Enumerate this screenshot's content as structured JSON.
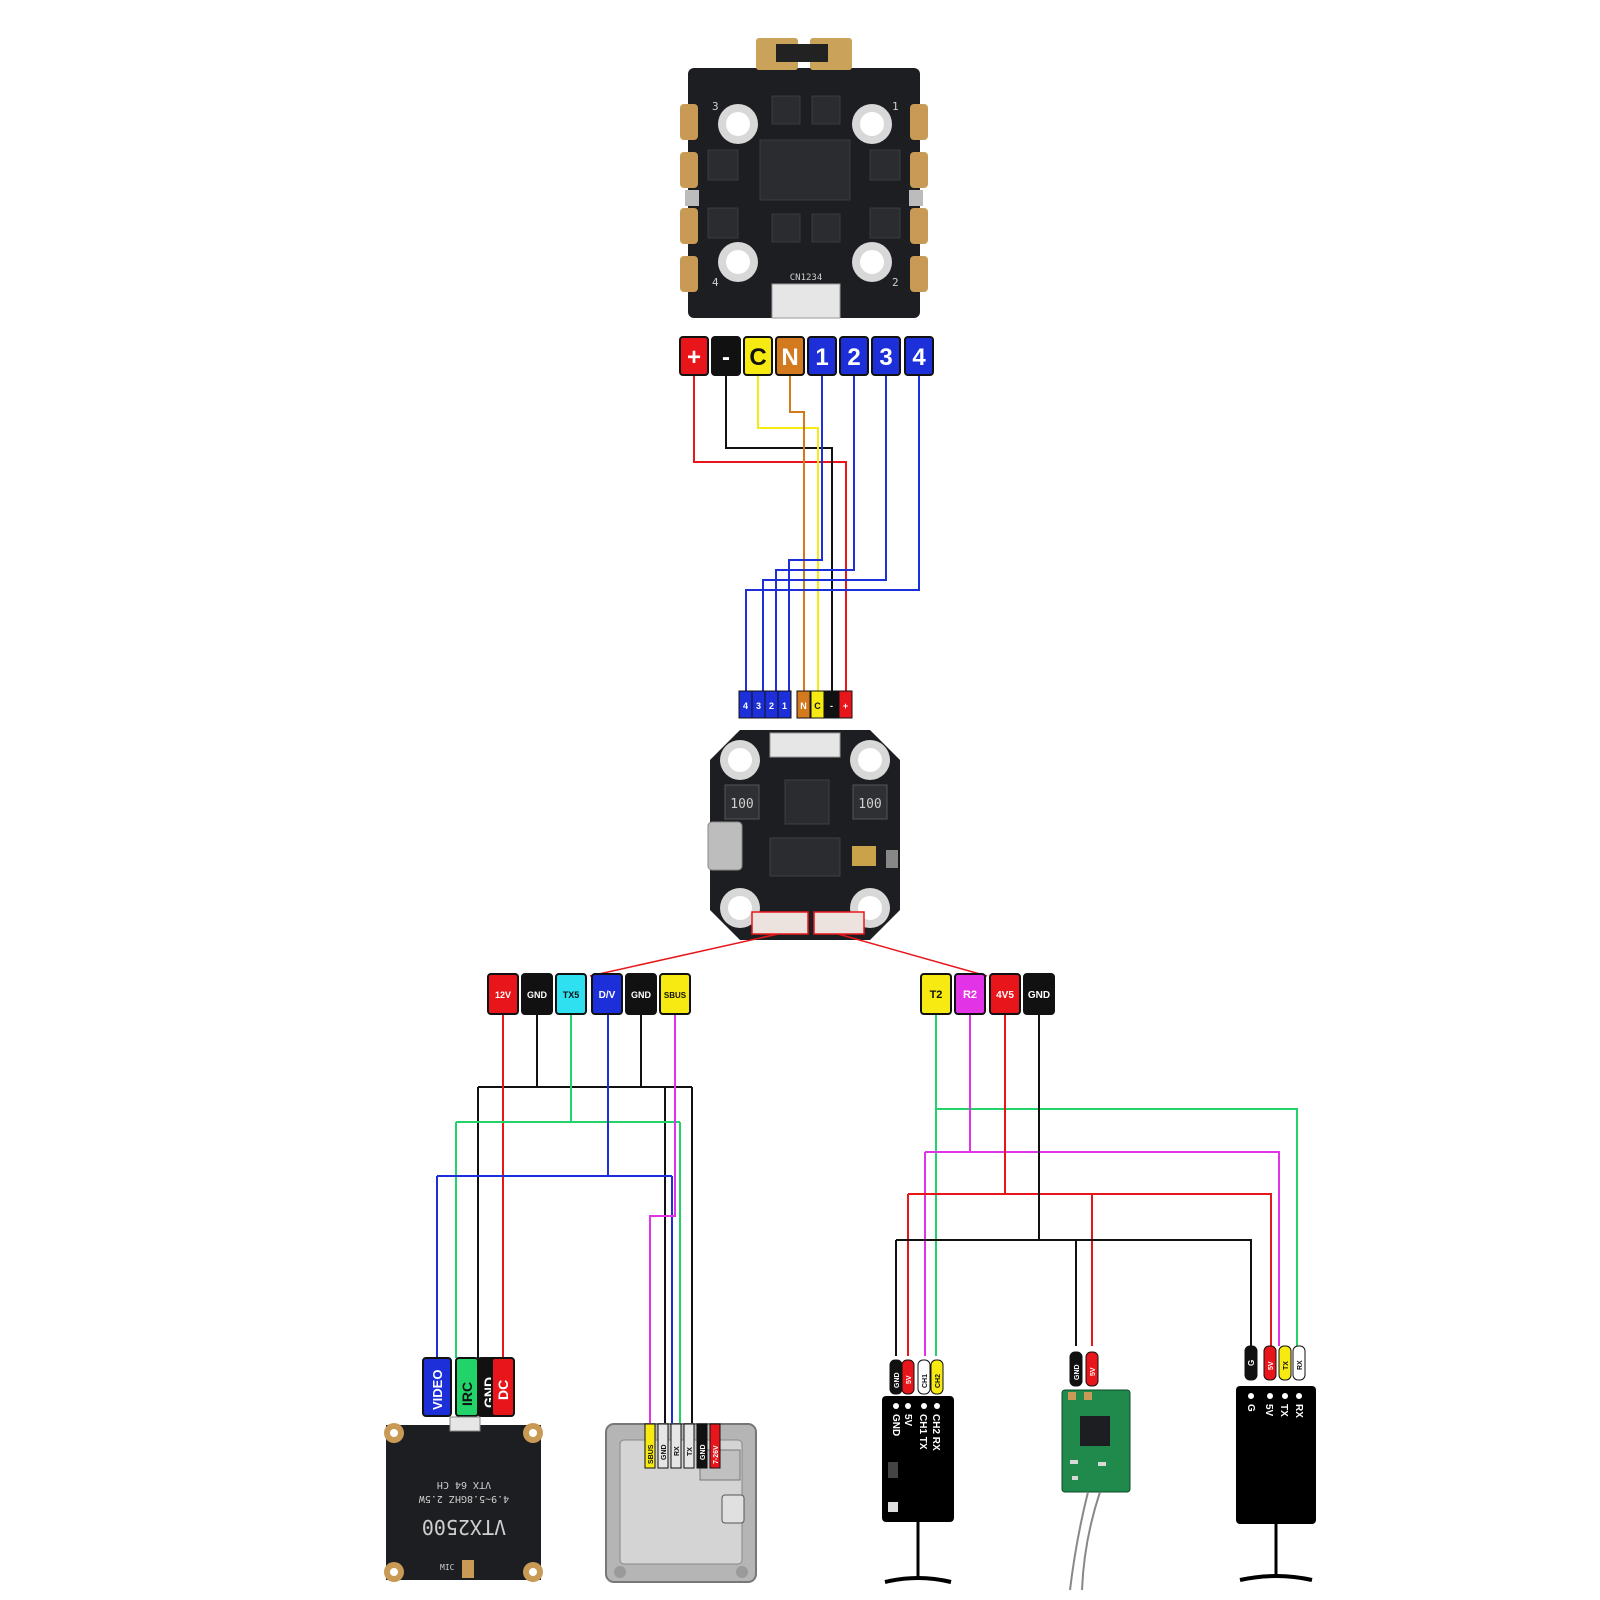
{
  "colors": {
    "red": "#e8161b",
    "black": "#111111",
    "yellow": "#f6ea12",
    "orange": "#d37a1f",
    "blue": "#1c2fd9",
    "cyan": "#2ee0f0",
    "green": "#22d36a",
    "magenta": "#e233e6",
    "pcb": "#1d1e21",
    "silver": "#c9c9c9"
  },
  "esc": {
    "name": "4-in-1 ESC board",
    "corner_numbers": [
      "3",
      "4",
      "1",
      "2"
    ],
    "silk_label": "CN1234",
    "top_pads": [
      {
        "label": "+",
        "color": "red"
      },
      {
        "label": "-",
        "color": "black"
      },
      {
        "label": "C",
        "color": "yellow"
      },
      {
        "label": "N",
        "color": "orange"
      },
      {
        "label": "1",
        "color": "blue"
      },
      {
        "label": "2",
        "color": "blue"
      },
      {
        "label": "3",
        "color": "blue"
      },
      {
        "label": "4",
        "color": "blue"
      }
    ]
  },
  "fc": {
    "name": "Flight controller",
    "connector_pads": [
      {
        "label": "4",
        "color": "blue"
      },
      {
        "label": "3",
        "color": "blue"
      },
      {
        "label": "2",
        "color": "blue"
      },
      {
        "label": "1",
        "color": "blue"
      },
      {
        "label": "N",
        "color": "orange"
      },
      {
        "label": "C",
        "color": "yellow"
      },
      {
        "label": "-",
        "color": "black"
      },
      {
        "label": "+",
        "color": "red"
      }
    ],
    "inductor_left": "100",
    "inductor_right": "100"
  },
  "vtx_group": {
    "pads": [
      {
        "label": "12V",
        "color": "red"
      },
      {
        "label": "GND",
        "color": "black"
      },
      {
        "label": "TX5",
        "color": "cyan"
      },
      {
        "label": "D/V",
        "color": "blue"
      },
      {
        "label": "GND",
        "color": "black"
      },
      {
        "label": "SBUS",
        "color": "yellow"
      }
    ]
  },
  "rx_group": {
    "pads": [
      {
        "label": "T2",
        "color": "yellow"
      },
      {
        "label": "R2",
        "color": "magenta"
      },
      {
        "label": "4V5",
        "color": "red"
      },
      {
        "label": "GND",
        "color": "black"
      }
    ]
  },
  "analog_vtx": {
    "pins": [
      {
        "label": "VIDEO",
        "color": "blue"
      },
      {
        "label": "IRC",
        "color": "green"
      },
      {
        "label": "GND",
        "color": "black"
      },
      {
        "label": "DC",
        "color": "red"
      }
    ],
    "model": "VTX2500",
    "spec_line1": "4.9~5.8GHZ 2.5W",
    "spec_line2": "VTX 64 CH",
    "mic_label": "MIC"
  },
  "digital_vtx": {
    "pin_labels": [
      "SBUS",
      "GND",
      "RX",
      "TX",
      "GND",
      "7-26V"
    ]
  },
  "receiver1": {
    "pins": [
      {
        "label": "GND",
        "color": "black"
      },
      {
        "label": "5V",
        "color": "red"
      },
      {
        "label": "CH1",
        "color": "white"
      },
      {
        "label": "CH2",
        "color": "yellow"
      }
    ],
    "body_labels": [
      "GND",
      "5V",
      "CH1 TX",
      "CH2 RX"
    ]
  },
  "receiver2": {
    "pins": [
      {
        "label": "GND",
        "color": "black"
      },
      {
        "label": "5V",
        "color": "red"
      }
    ]
  },
  "receiver3": {
    "pins": [
      {
        "label": "G",
        "color": "black"
      },
      {
        "label": "5V",
        "color": "red"
      },
      {
        "label": "TX",
        "color": "yellow"
      },
      {
        "label": "RX",
        "color": "white"
      }
    ],
    "body_labels": [
      "G",
      "5V",
      "TX",
      "RX"
    ]
  }
}
